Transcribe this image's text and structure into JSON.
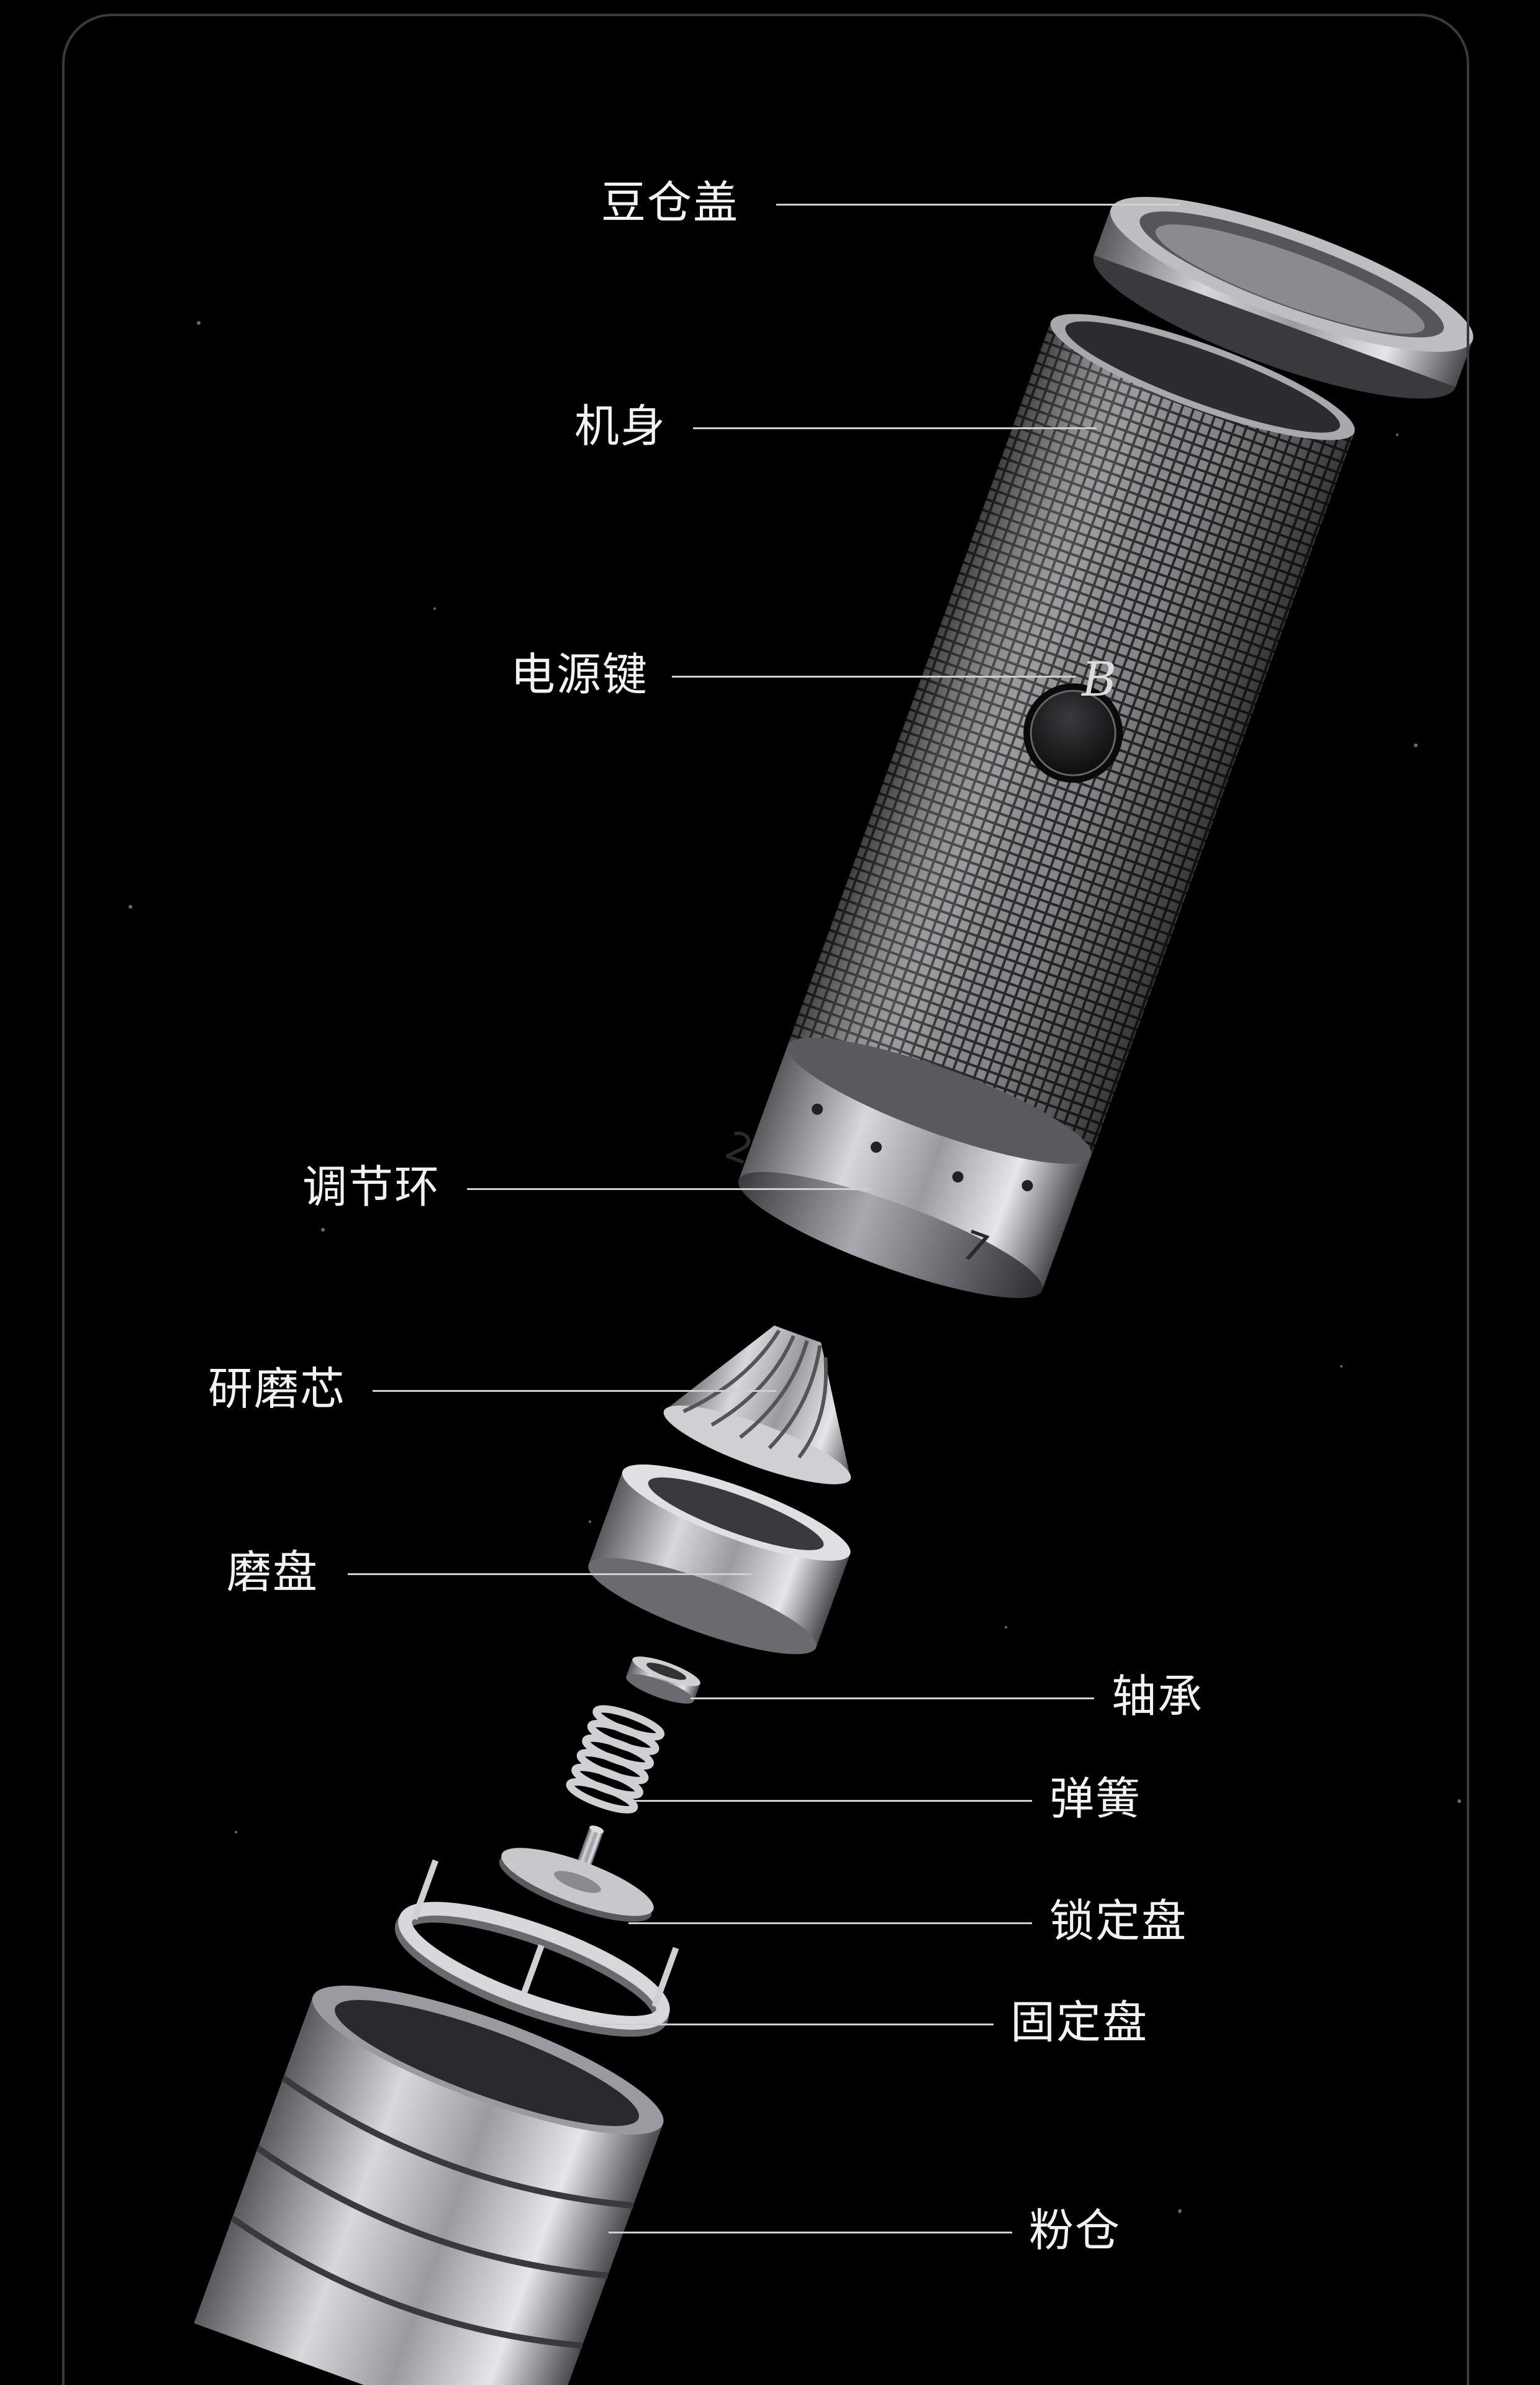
{
  "diagram": {
    "logo_letter": "B",
    "dial_numbers": [
      "2",
      "7"
    ],
    "parts": [
      {
        "id": "lid",
        "label": "豆仓盖"
      },
      {
        "id": "body",
        "label": "机身"
      },
      {
        "id": "power",
        "label": "电源键"
      },
      {
        "id": "ring",
        "label": "调节环"
      },
      {
        "id": "burr",
        "label": "研磨芯"
      },
      {
        "id": "disc",
        "label": "磨盘"
      },
      {
        "id": "bearing",
        "label": "轴承"
      },
      {
        "id": "spring",
        "label": "弹簧"
      },
      {
        "id": "lock",
        "label": "锁定盘"
      },
      {
        "id": "fixed",
        "label": "固定盘"
      },
      {
        "id": "bin",
        "label": "粉仓"
      }
    ]
  }
}
